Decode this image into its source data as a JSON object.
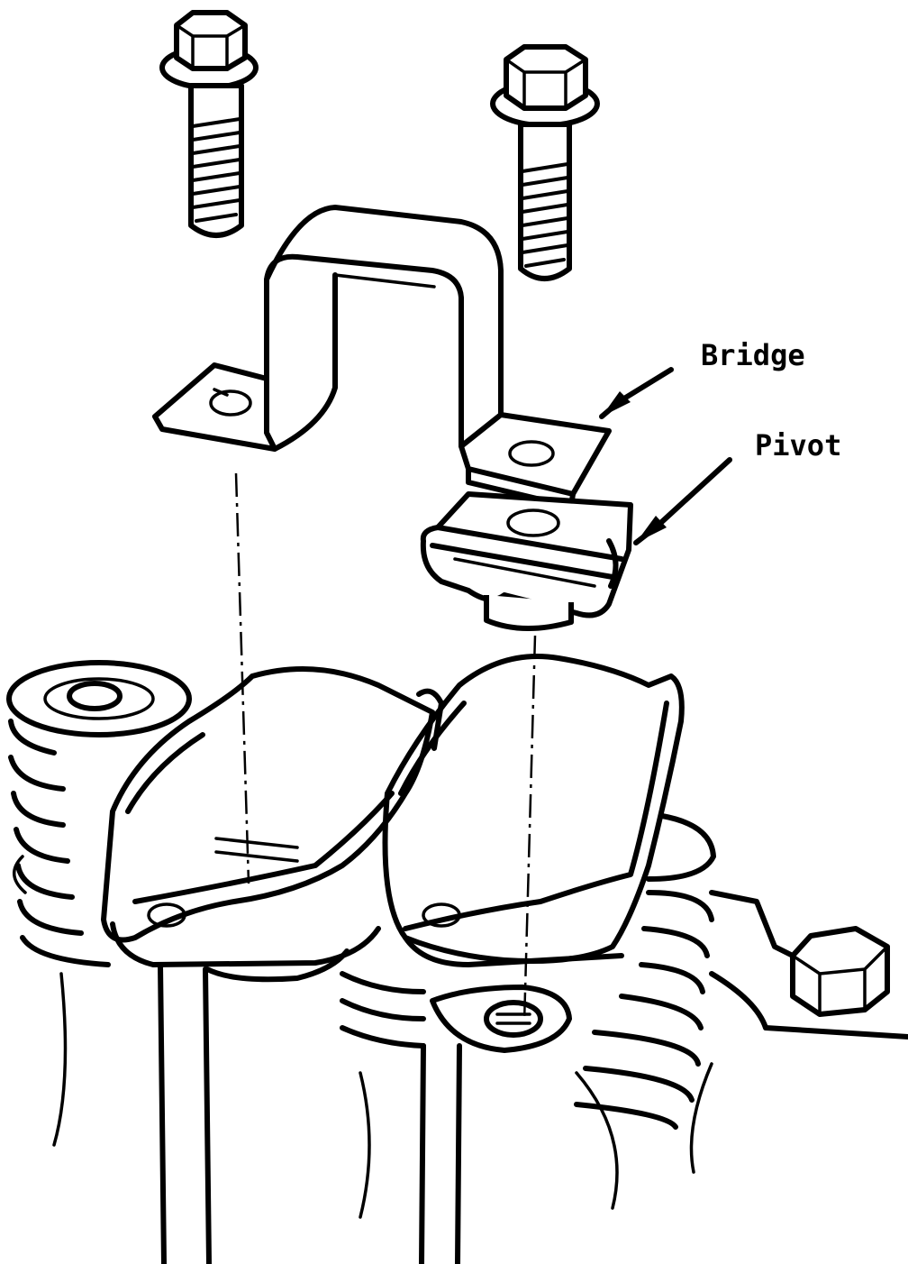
{
  "labels": {
    "bridge": "Bridge",
    "pivot": "Pivot"
  },
  "colors": {
    "ink": "#000000",
    "paper": "#ffffff"
  },
  "parts": [
    "left-bolt",
    "right-bolt",
    "bridge",
    "pivot",
    "rocker-arms",
    "valve-springs",
    "hex-nut"
  ]
}
